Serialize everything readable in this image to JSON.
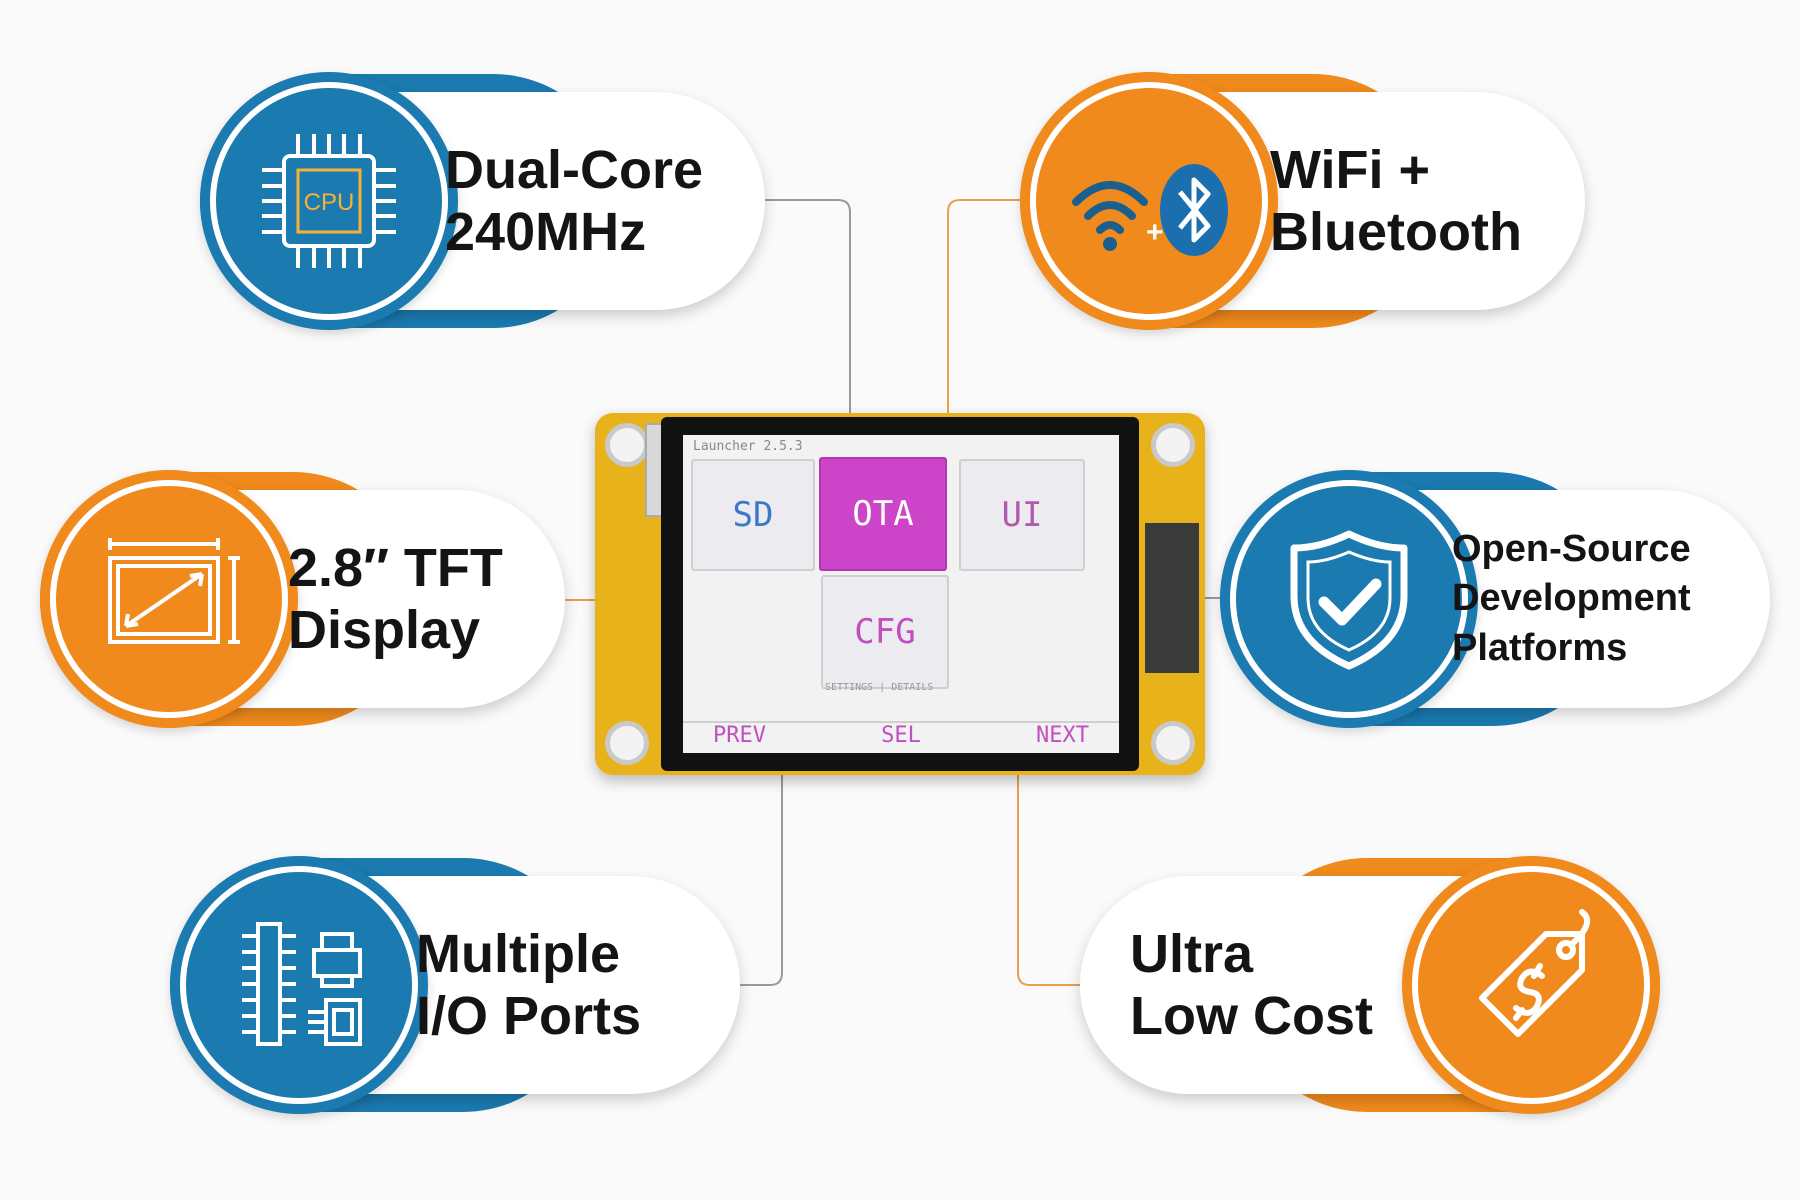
{
  "colors": {
    "blue": "#1b7ab0",
    "orange": "#f08a1c",
    "connector_gray": "#9a9a9a",
    "connector_orange": "#e8a04c",
    "tile_selected": "#cc44c7"
  },
  "features": {
    "cpu": {
      "line1": "Dual-Core",
      "line2": "240MHz",
      "icon": "cpu-chip-icon",
      "color": "blue"
    },
    "wireless": {
      "line1": "WiFi +",
      "line2": "Bluetooth",
      "icon": "wifi-bluetooth-icon",
      "color": "orange"
    },
    "display": {
      "line1": "2.8″ TFT",
      "line2": "Display",
      "icon": "display-size-icon",
      "color": "orange"
    },
    "opensource": {
      "line1": "Open-Source",
      "line2": "Development",
      "line3": "Platforms",
      "icon": "shield-check-icon",
      "color": "blue"
    },
    "io": {
      "line1": "Multiple",
      "line2": "I/O Ports",
      "icon": "io-ports-icon",
      "color": "blue"
    },
    "cost": {
      "line1": "Ultra",
      "line2": "Low Cost",
      "icon": "price-tag-icon",
      "color": "orange"
    }
  },
  "icon_text": {
    "cpu": "CPU"
  },
  "screen": {
    "title": "Launcher 2.5.3",
    "tiles": [
      "SD",
      "OTA",
      "UI",
      "CFG"
    ],
    "tile_sub": "SETTINGS | DETAILS",
    "softkeys": [
      "PREV",
      "SEL",
      "NEXT"
    ]
  }
}
